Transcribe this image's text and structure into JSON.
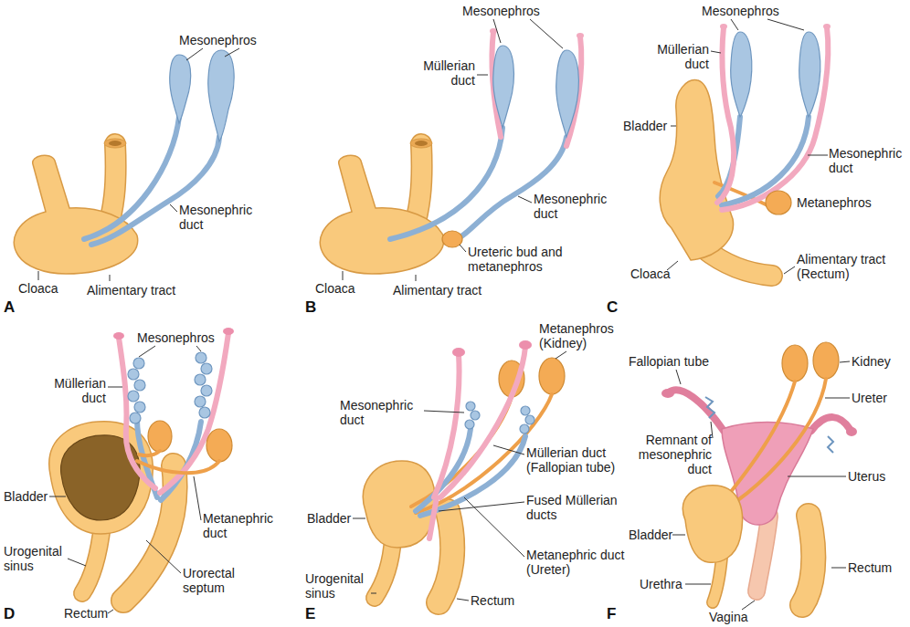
{
  "diagram": {
    "labels": [
      "Mesonephros",
      "Mesonephric duct",
      "Cloaca",
      "Alimentary tract",
      "A",
      "Mesonephros",
      "Müllerian duct",
      "Mesonephric duct",
      "Ureteric bud and metanephros",
      "Cloaca",
      "Alimentary tract",
      "B",
      "Mesonephros",
      "Müllerian duct",
      "Mesonephric duct",
      "Bladder",
      "Metanephros",
      "Alimentary tract (Rectum)",
      "Cloaca",
      "C",
      "Mesonephros",
      "Müllerian duct",
      "Bladder",
      "Metanephric duct",
      "Urogenital sinus",
      "Urorectal septum",
      "Rectum",
      "D",
      "Metanephros (Kidney)",
      "Mesonephric duct",
      "Müllerian duct (Fallopian tube)",
      "Fused Müllerian ducts",
      "Bladder",
      "Metanephric duct (Ureter)",
      "Urogenital sinus",
      "Rectum",
      "E",
      "Fallopian tube",
      "Kidney",
      "Ureter",
      "Remnant of mesonephric duct",
      "Uterus",
      "Bladder",
      "Rectum",
      "Urethra",
      "Vagina",
      "F"
    ]
  }
}
